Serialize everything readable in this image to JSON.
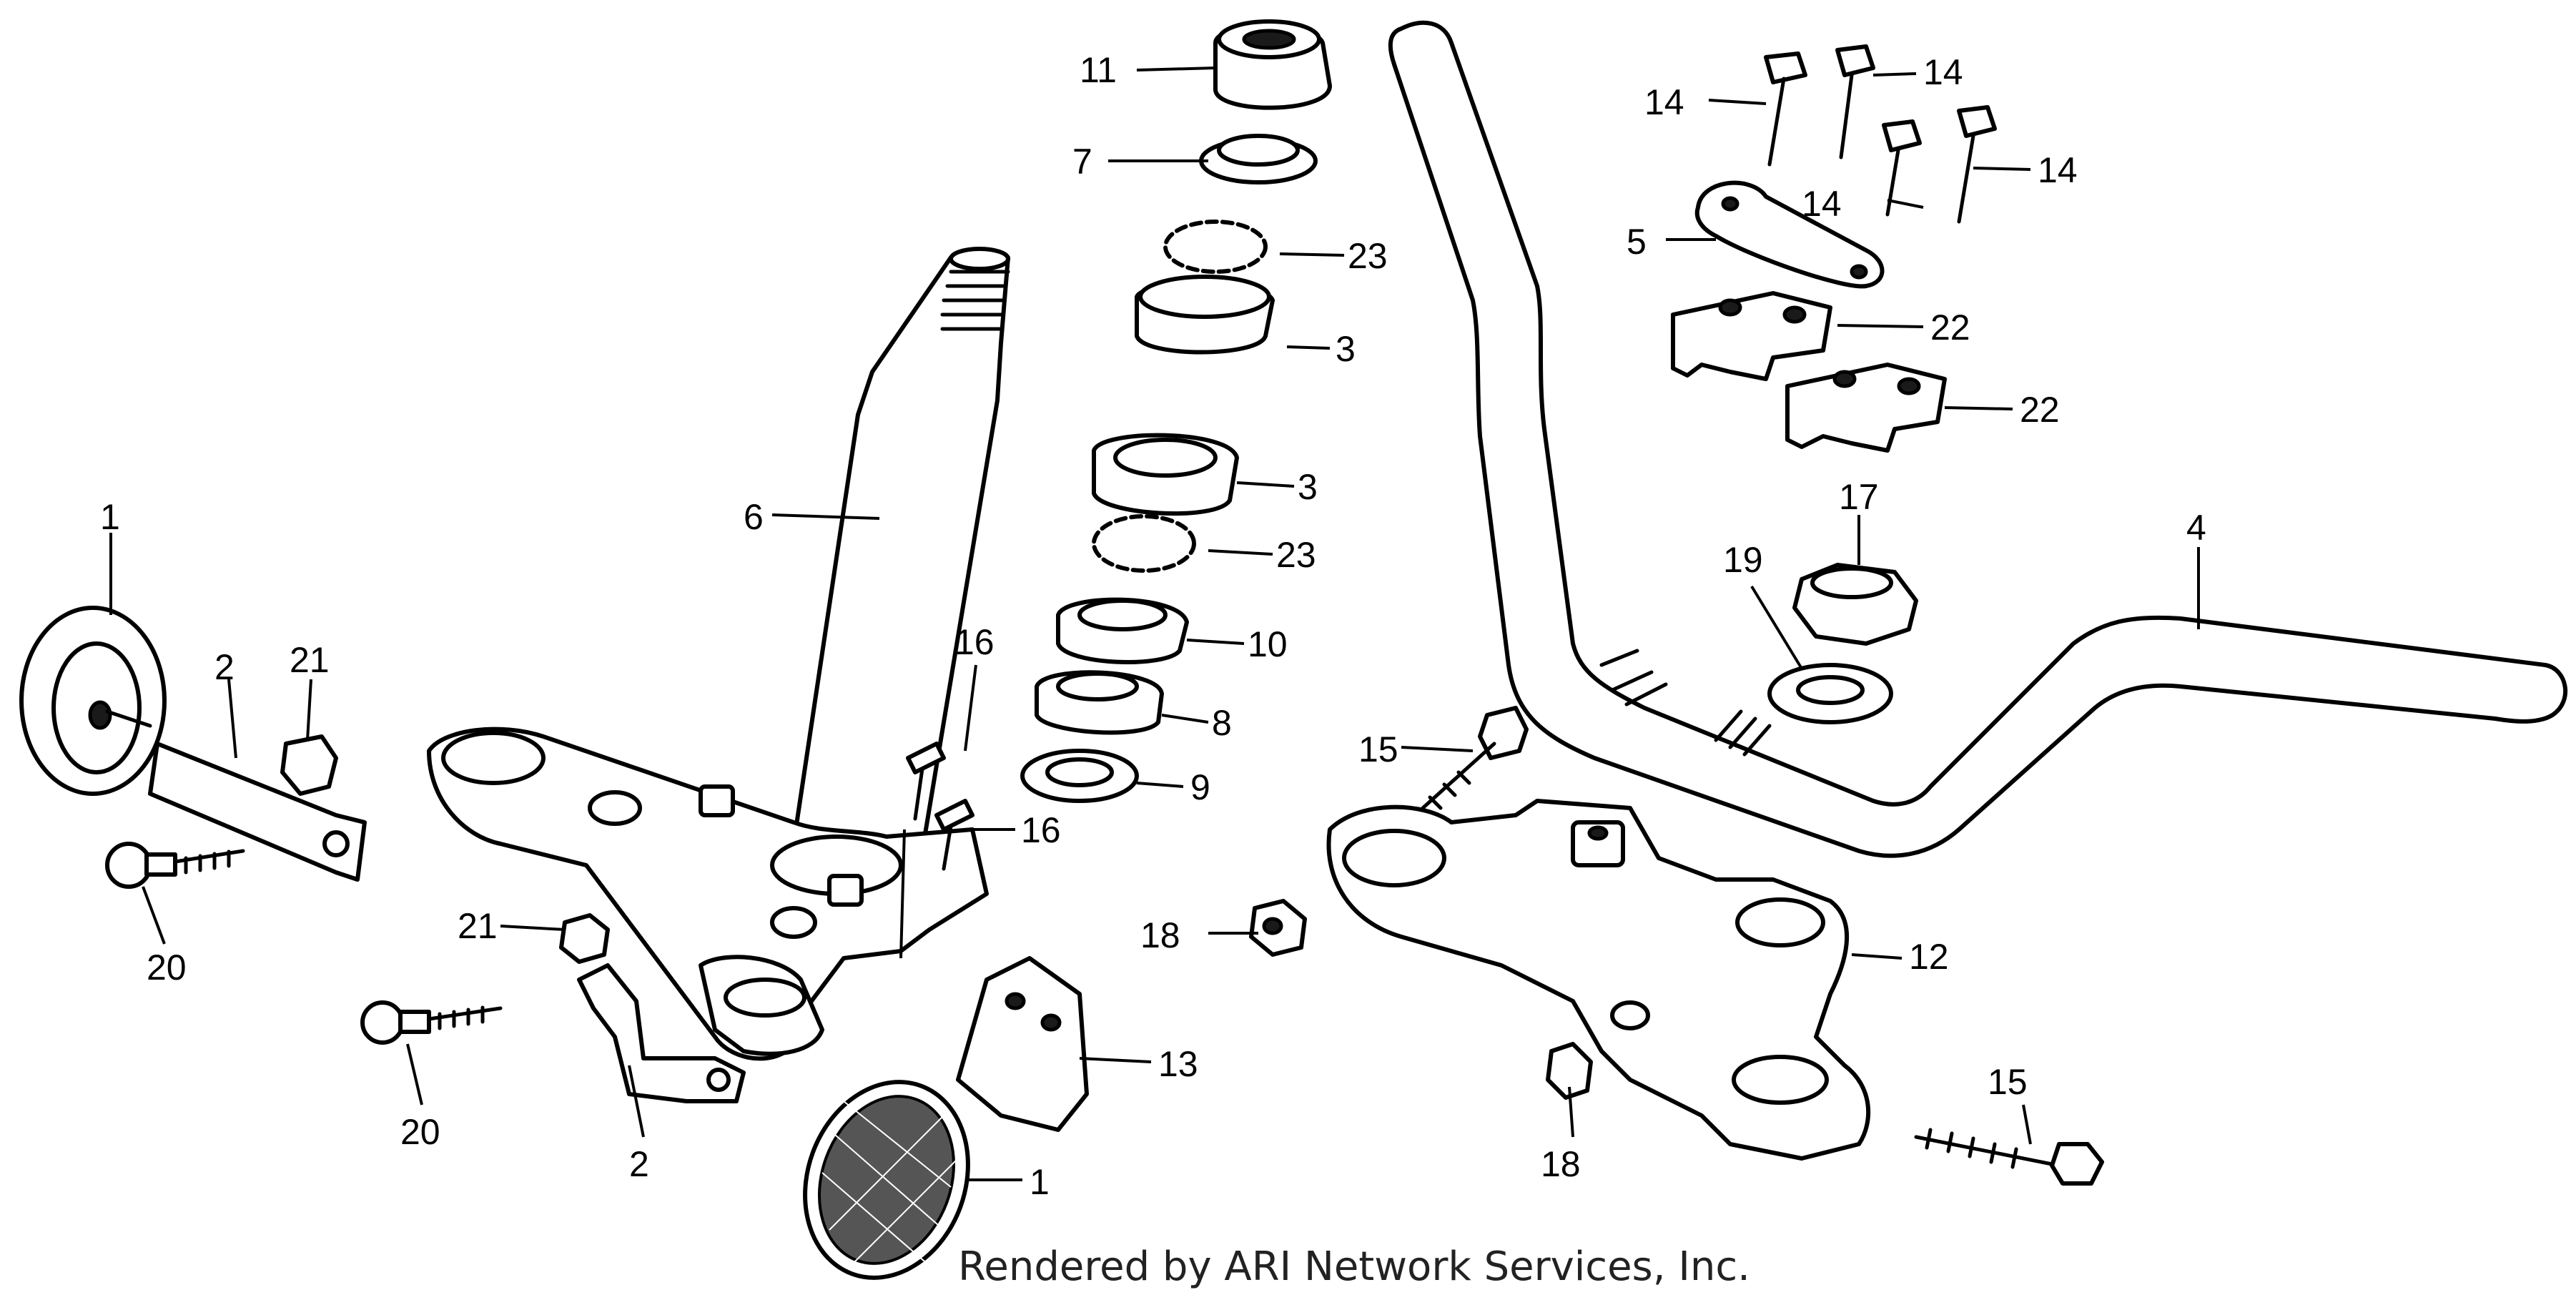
{
  "footer": "Rendered by ARI Network Services, Inc.",
  "labels": {
    "p11": "11",
    "p7": "7",
    "p23a": "23",
    "p3a": "3",
    "p3b": "3",
    "p23b": "23",
    "p10": "10",
    "p8": "8",
    "p9": "9",
    "p6": "6",
    "p16a": "16",
    "p16b": "16",
    "p1a": "1",
    "p2a": "2",
    "p21a": "21",
    "p20a": "20",
    "p21b": "21",
    "p20b": "20",
    "p2b": "2",
    "p1b": "1",
    "p13": "13",
    "p18a": "18",
    "p18b": "18",
    "p15a": "15",
    "p15b": "15",
    "p12": "12",
    "p14a": "14",
    "p14b": "14",
    "p14c": "14",
    "p14d": "14",
    "p5": "5",
    "p22a": "22",
    "p22b": "22",
    "p17": "17",
    "p19": "19",
    "p4": "4"
  }
}
